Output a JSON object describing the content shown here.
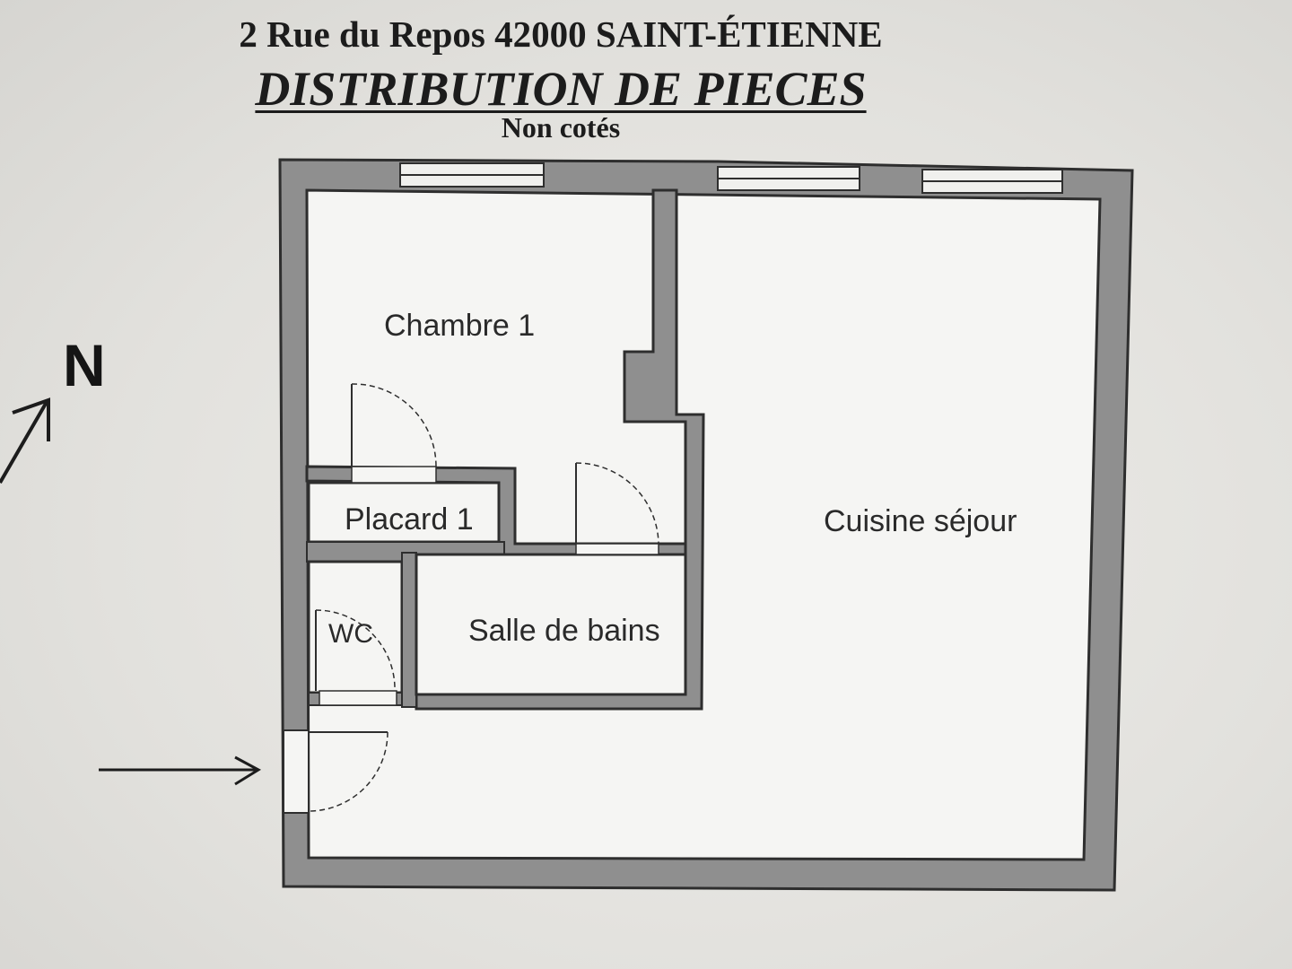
{
  "header": {
    "address": "2 Rue du Repos 42000 SAINT-ÉTIENNE",
    "title": "DISTRIBUTION DE PIECES",
    "subtitle": "Non cotés"
  },
  "rooms": {
    "bedroom": "Chambre 1",
    "closet": "Placard 1",
    "wc": "WC",
    "bathroom": "Salle de bains",
    "kitchen_living": "Cuisine séjour"
  },
  "compass": {
    "label": "N"
  },
  "colors": {
    "wall": "#8f8f8f",
    "wall_outline": "#2e2e2e",
    "floor": "#f5f5f3",
    "background": "#e4e3df"
  }
}
